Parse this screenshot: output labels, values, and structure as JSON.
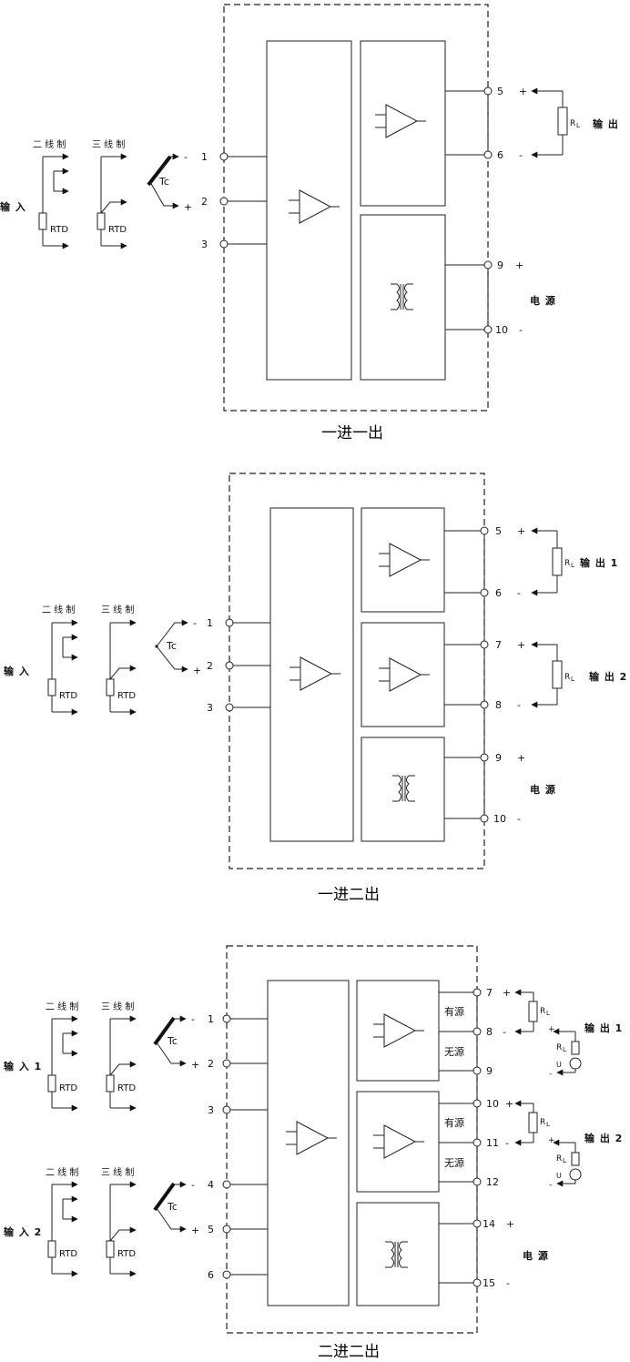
{
  "colors": {
    "line": "#222222",
    "text": "#111111"
  },
  "labels": {
    "two_wire": "二 线 制",
    "three_wire": "三 线 制",
    "rtd": "RTD",
    "tc": "Tc",
    "rl": "R",
    "rl_sub": "L",
    "u": "U",
    "plus": "+",
    "minus": "-",
    "active": "有源",
    "passive": "无源",
    "power": "电 源"
  },
  "diagram1": {
    "caption": "一进一出",
    "input_label": "输 入",
    "output_label": "输 出",
    "in_terminals": [
      "1",
      "2",
      "3"
    ],
    "out_terminals": [
      "5",
      "6"
    ],
    "power_terminals": [
      "9",
      "10"
    ]
  },
  "diagram2": {
    "caption": "一进二出",
    "input_label": "输 入",
    "output1_label": "输 出 1",
    "output2_label": "输 出 2",
    "in_terminals": [
      "1",
      "2",
      "3"
    ],
    "out_terminals": [
      "5",
      "6",
      "7",
      "8"
    ],
    "power_terminals": [
      "9",
      "10"
    ]
  },
  "diagram3": {
    "caption": "二进二出",
    "input1_label": "输 入 1",
    "input2_label": "输 入 2",
    "output1_label": "输 出 1",
    "output2_label": "输 出 2",
    "in_terminals": [
      "1",
      "2",
      "3",
      "4",
      "5",
      "6"
    ],
    "out_terminals": [
      "7",
      "8",
      "9",
      "10",
      "11",
      "12"
    ],
    "power_terminals": [
      "14",
      "15"
    ]
  }
}
